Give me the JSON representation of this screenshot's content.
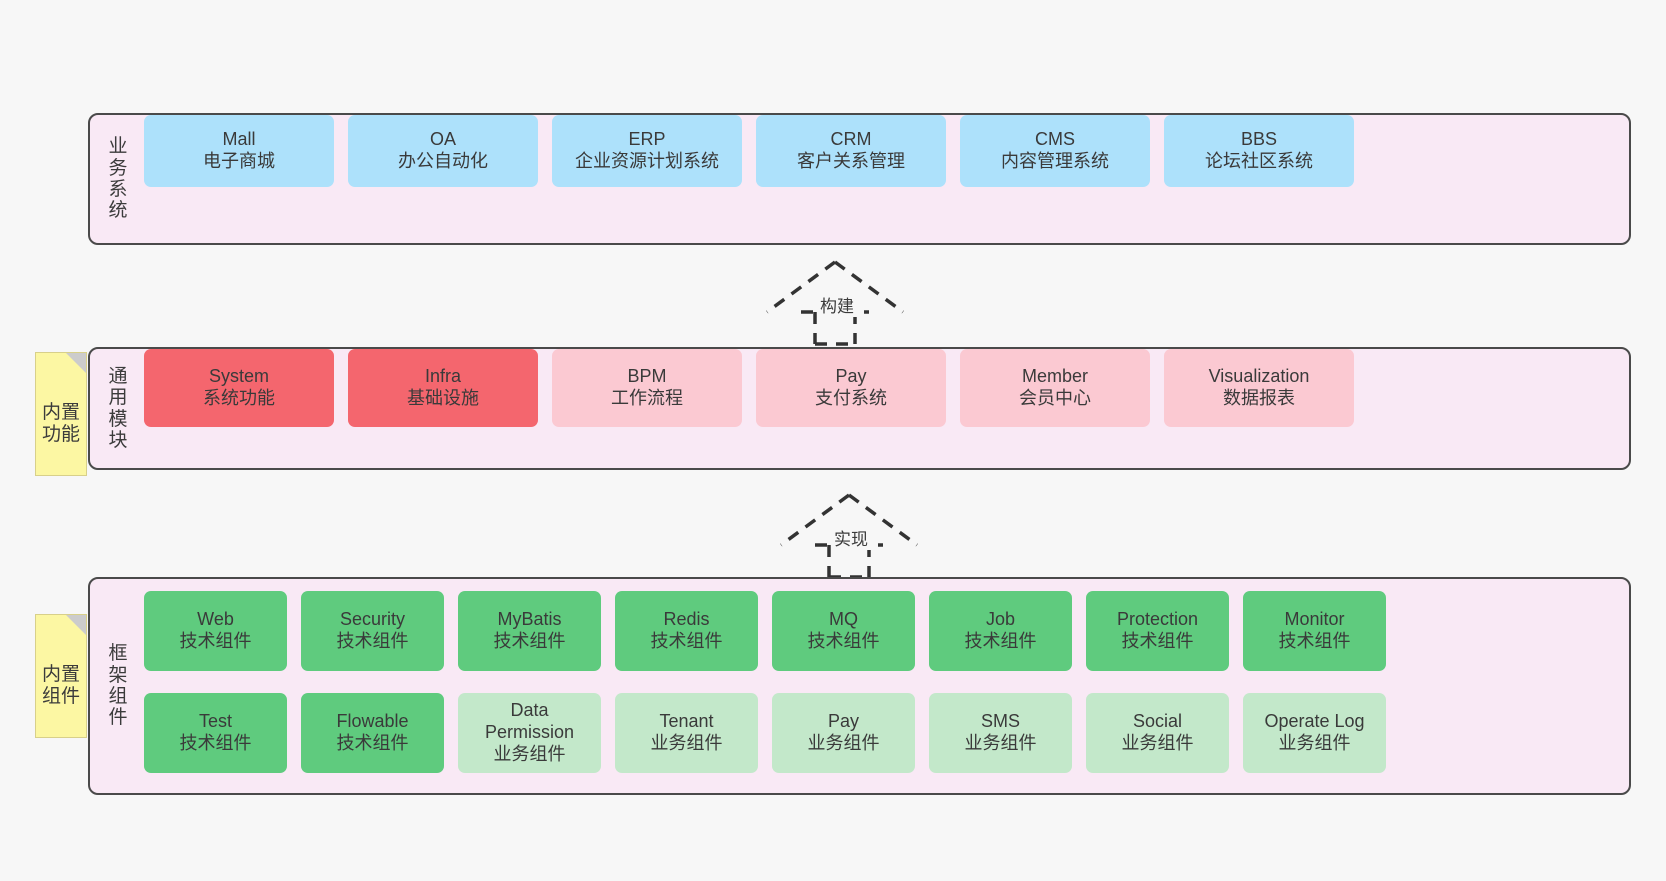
{
  "diagram": {
    "title": "",
    "colors": {
      "canvas_bg": "#f7f7f7",
      "layer_bg": "#f9e9f5",
      "layer_border": "#4a4a4a",
      "business_card": "#ade1fb",
      "module_primary": "#f4666e",
      "module_secondary": "#fbc9d2",
      "component_tech": "#5fcb7e",
      "component_business": "#c3e8ca",
      "note_bg": "#fcf7a3"
    }
  },
  "layers": [
    {
      "key": "business",
      "label": "业务系统",
      "cards": [
        {
          "en": "Mall",
          "cn": "电子商城",
          "style": "blue"
        },
        {
          "en": "OA",
          "cn": "办公自动化",
          "style": "blue"
        },
        {
          "en": "ERP",
          "cn": "企业资源计划系统",
          "style": "blue"
        },
        {
          "en": "CRM",
          "cn": "客户关系管理",
          "style": "blue"
        },
        {
          "en": "CMS",
          "cn": "内容管理系统",
          "style": "blue"
        },
        {
          "en": "BBS",
          "cn": "论坛社区系统",
          "style": "blue"
        }
      ]
    },
    {
      "key": "common",
      "label": "通用模块",
      "note": "内置功能",
      "cards": [
        {
          "en": "System",
          "cn": "系统功能",
          "style": "red-strong"
        },
        {
          "en": "Infra",
          "cn": "基础设施",
          "style": "red-strong"
        },
        {
          "en": "BPM",
          "cn": "工作流程",
          "style": "red-soft"
        },
        {
          "en": "Pay",
          "cn": "支付系统",
          "style": "red-soft"
        },
        {
          "en": "Member",
          "cn": "会员中心",
          "style": "red-soft"
        },
        {
          "en": "Visualization",
          "cn": "数据报表",
          "style": "red-soft"
        }
      ]
    },
    {
      "key": "framework",
      "label": "框架组件",
      "note": "内置组件",
      "rows": [
        [
          {
            "en": "Web",
            "cn": "技术组件",
            "style": "green-strong"
          },
          {
            "en": "Security",
            "cn": "技术组件",
            "style": "green-strong"
          },
          {
            "en": "MyBatis",
            "cn": "技术组件",
            "style": "green-strong"
          },
          {
            "en": "Redis",
            "cn": "技术组件",
            "style": "green-strong"
          },
          {
            "en": "MQ",
            "cn": "技术组件",
            "style": "green-strong"
          },
          {
            "en": "Job",
            "cn": "技术组件",
            "style": "green-strong"
          },
          {
            "en": "Protection",
            "cn": "技术组件",
            "style": "green-strong"
          },
          {
            "en": "Monitor",
            "cn": "技术组件",
            "style": "green-strong"
          }
        ],
        [
          {
            "en": "Test",
            "cn": "技术组件",
            "style": "green-strong"
          },
          {
            "en": "Flowable",
            "cn": "技术组件",
            "style": "green-strong"
          },
          {
            "en": "Data Permission",
            "cn": "业务组件",
            "style": "green-soft"
          },
          {
            "en": "Tenant",
            "cn": "业务组件",
            "style": "green-soft"
          },
          {
            "en": "Pay",
            "cn": "业务组件",
            "style": "green-soft"
          },
          {
            "en": "SMS",
            "cn": "业务组件",
            "style": "green-soft"
          },
          {
            "en": "Social",
            "cn": "业务组件",
            "style": "green-soft"
          },
          {
            "en": "Operate Log",
            "cn": "业务组件",
            "style": "green-soft"
          }
        ]
      ]
    }
  ],
  "connectors": [
    {
      "key": "build",
      "label": "构建",
      "from": "通用模块",
      "to": "业务系统",
      "style": "dashed-generalization"
    },
    {
      "key": "implement",
      "label": "实现",
      "from": "框架组件",
      "to": "通用模块",
      "style": "dashed-generalization"
    }
  ]
}
